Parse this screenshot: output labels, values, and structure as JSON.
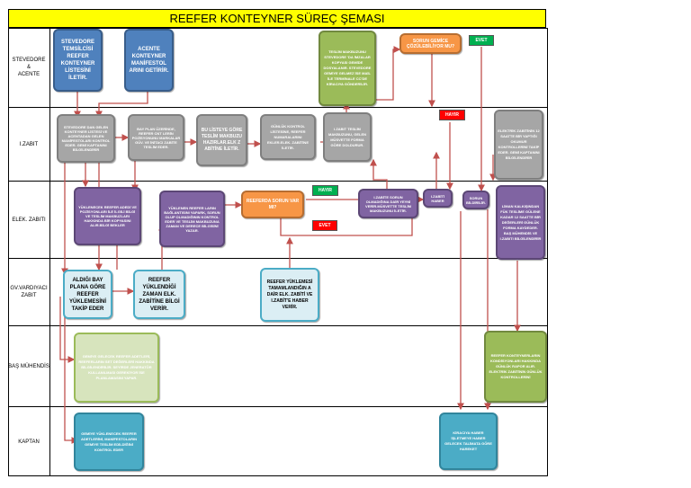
{
  "title": "REEFER KONTEYNER SÜREÇ ŞEMASI",
  "lanes": [
    {
      "label": "STEVEDORE\n&\nACENTE"
    },
    {
      "label": "I.ZABIT"
    },
    {
      "label": "ELEK. ZABITI"
    },
    {
      "label": "GV.VARDIYACI\nZABIT"
    },
    {
      "label": "BAŞ MÜHENDİS"
    },
    {
      "label": "KAPTAN"
    }
  ],
  "boxes": {
    "stevedore_list": "STEVEDORE TEMSİLCİSİ REEFER KONTEYNER LİSTESİNİ İLETİR.",
    "agent_manifest": "ACENTE KONTEYNER MANİFESTOL ARINI GETİRİR.",
    "loading_docs": "TESLİM MAKBUZUNU STEVEDORE 'DA İMZALAR KOPYASI GEMİDE DOSYALANIR. STEVEDORE GEMİYE GELMEZ İSE MAİL İLE TERMİNALE CC'DE KİRACIYA GÖNDERİLİR.",
    "problem_solved": "SORUN GEMİCE ÇÖZÜLEBİLİYOR MU?",
    "chief_compare": "STEVEDORE DAN GELEN KONTEYNER LİSTESİ VE ACENTADAN GELEN MANİFESTOLARI KONTROL EDER. GEMİ KAPTANINI BİLGİLENDİRİR",
    "bay_plan": "BAY PLAN ÜZERİNDE, REEFER CNT LERİN POZİSYONUNU MARKALAR GÜV. VE İNİTACI ZABİTE TESLİM EDER.",
    "receipt_prep": "BU LİSTEYE GÖRE TESLİM MAKBUZU HAZIRLAR.ELK Z ABİTİNE İLETİR.",
    "daily_check": "GÜNLÜK KONTROL LİSTESİNE, REEFER NUMARALARINI EKLER.ELEK. ZABİTİNE İLETİR.",
    "receipt_inform": "I.ZABIT TESLİM MAKBUZUNU, GELEN MÜSVETTE FORMA GÖRE DOLDURUR.",
    "electrician_check": "ELEKTRİK ZABİTİNİN 12 SAATTE BİR YAPTIĞI OKUMUR KONTROLLERİNİ TAKİP EDER. GEMİ KAPTANINI BİLGİLENDİRİR",
    "reefer_pos": "YÜKLENECEK REEFER ADEDİ VE POZİSYONLARI İLE İLGİLİ BİLGİ VE TESLİM MAKBUZLARI HAKKINDA BİR KOPYASINI ALIR.BİLGİ BEKLER",
    "reefer_connect": "YÜKLENEN REEFER LARIN BAĞLANTISINI YAPARK, SORUN OLUP OLMADIĞININ KONTROL EDER VE TESLİM MAKBUZUNA ZAMAN VE DERECE BİLGİSİNİ YAZAR.",
    "reefer_problem": "REEFERDA SORUN VAR MI?",
    "notify_chief": "I.ZABİTE SORUN OLMADIĞINA DAİR YEYNİ VERİR.MÜSVETTE TESLİM MAKBUZUNU İLETİR.",
    "to_chief": "I.ZABİTİ HABER",
    "problem_notify": "SORUN BİLDİRİLİR.",
    "dock_monitor": "LİMAN KALKIŞINDAN FÜK TESLİME GÜLENE KADAR 12 SAATTE BİR DEĞERLERİ GÜNLÜK FORMA KAYDEDER. BAŞ MÜHENDİS VE I.ZABITI BİLGİLENDİRİR",
    "follow_bayplan": "ALDIĞI BAY PLANA GÖRE REEFER YÜKLEMESİNİ TAKİP EDER",
    "time_info": "REEFER YÜKLENDİĞİ ZAMAN ELK. ZABİTİNE BİLGİ VERİR.",
    "loading_done": "REEFER YÜKLEMESİ TAMAMLANDIĞIN A DAİR ELK. ZABİTİ VE I.ZABİT'E HABER VERİR.",
    "chief_engineer_info": "GEMİYE GELECEK REEFER ADETLERİ, REEFERLARIN SET DEĞERLERİ HAKKINDA BİLGİLENDİRİLİR. SEYİRDE JENERATÖR KULLANILMASI GEREKİYOR İSE PLANLAMASINI YAPAR.",
    "reefer_condition": "REEFER KONTEYNERLARIN KONDİSYONLARI HAKKINDA GÜNLÜK RAPOR ALIR. ELEKTRİK ZABİTİNİN GÜNLÜK KONTROLLERİNİ",
    "captain_control": "GEMİYE YÜKLENECEK REEFER ADETLERİNİ, MANİFESTOLARIN GEMİYE TESLİM EDİLDİĞİNİ KONTROL EDER",
    "charterer_inform": "KİRACIYA HABER İŞLETMEYE HABER GELECEK TALİMATA GÖRE HAREKET"
  },
  "tags": {
    "evet_top": "EVET",
    "hayir_top": "HAYIR",
    "hayir_mid": "HAYIR",
    "evet_mid": "EVET"
  },
  "colors": {
    "title_bg": "#ffff00",
    "blue": "#4f81bd",
    "gray": "#a6a6a6",
    "purple": "#8064a2",
    "orange": "#f79646",
    "light_blue": "#dbeef4",
    "green": "#9bbb59",
    "teal": "#4bacc6",
    "arrow": "#c0504d",
    "yes": "#00b050",
    "no": "#ff0000"
  }
}
